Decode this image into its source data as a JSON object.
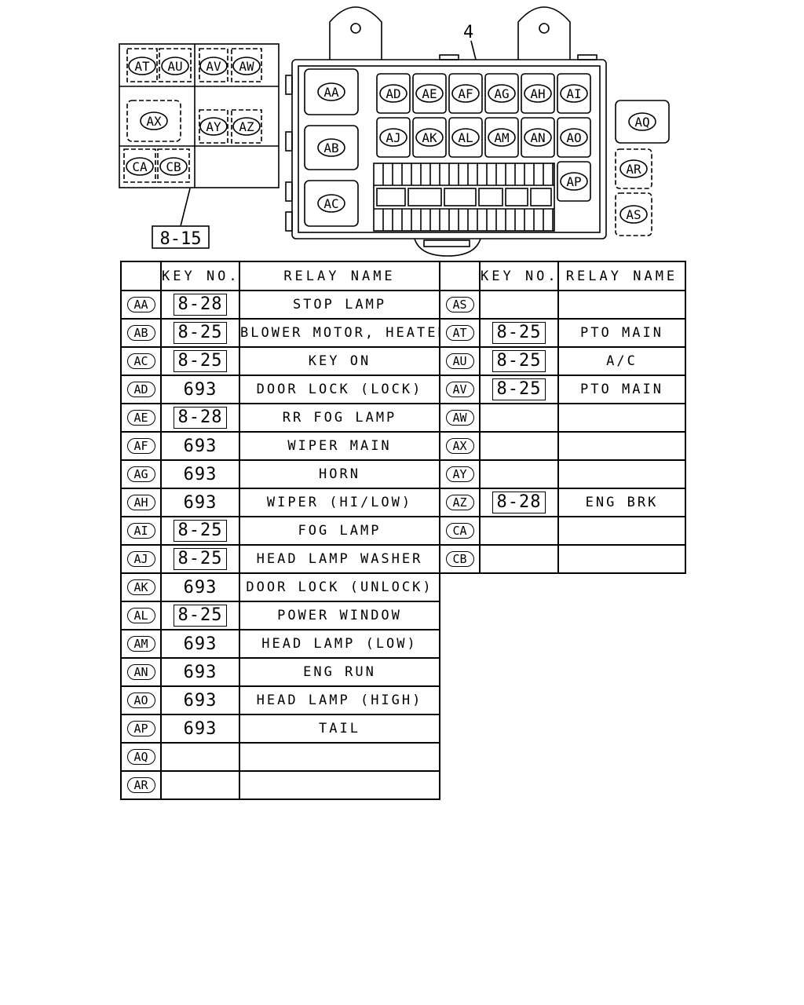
{
  "diagram": {
    "callout_number": "4",
    "callout_ref": "8-15",
    "sub_block_relays": [
      "AT",
      "AU",
      "AV",
      "AW",
      "AX",
      "AY",
      "AZ",
      "CA",
      "CB"
    ],
    "main_block_large_relays": [
      "AA",
      "AB",
      "AC"
    ],
    "main_block_row1": [
      "AD",
      "AE",
      "AF",
      "AG",
      "AH",
      "AI"
    ],
    "main_block_row2": [
      "AJ",
      "AK",
      "AL",
      "AM",
      "AN",
      "AO"
    ],
    "main_block_side": [
      "AP"
    ],
    "external_relays": [
      "AQ",
      "AR",
      "AS"
    ]
  },
  "table": {
    "headers": {
      "blank": "",
      "key": "KEY NO.",
      "relay": "RELAY NAME"
    },
    "left_rows": [
      {
        "id": "AA",
        "key": "8-28",
        "boxed": true,
        "name": "STOP LAMP"
      },
      {
        "id": "AB",
        "key": "8-25",
        "boxed": true,
        "name": "BLOWER MOTOR, HEATER"
      },
      {
        "id": "AC",
        "key": "8-25",
        "boxed": true,
        "name": "KEY ON"
      },
      {
        "id": "AD",
        "key": "693",
        "boxed": false,
        "name": "DOOR LOCK (LOCK)"
      },
      {
        "id": "AE",
        "key": "8-28",
        "boxed": true,
        "name": "RR FOG LAMP"
      },
      {
        "id": "AF",
        "key": "693",
        "boxed": false,
        "name": "WIPER MAIN"
      },
      {
        "id": "AG",
        "key": "693",
        "boxed": false,
        "name": "HORN"
      },
      {
        "id": "AH",
        "key": "693",
        "boxed": false,
        "name": "WIPER (HI/LOW)"
      },
      {
        "id": "AI",
        "key": "8-25",
        "boxed": true,
        "name": "FOG LAMP"
      },
      {
        "id": "AJ",
        "key": "8-25",
        "boxed": true,
        "name": "HEAD LAMP WASHER"
      },
      {
        "id": "AK",
        "key": "693",
        "boxed": false,
        "name": "DOOR LOCK (UNLOCK)"
      },
      {
        "id": "AL",
        "key": "8-25",
        "boxed": true,
        "name": "POWER WINDOW"
      },
      {
        "id": "AM",
        "key": "693",
        "boxed": false,
        "name": "HEAD LAMP (LOW)"
      },
      {
        "id": "AN",
        "key": "693",
        "boxed": false,
        "name": "ENG RUN"
      },
      {
        "id": "AO",
        "key": "693",
        "boxed": false,
        "name": "HEAD LAMP (HIGH)"
      },
      {
        "id": "AP",
        "key": "693",
        "boxed": false,
        "name": "TAIL"
      },
      {
        "id": "AQ",
        "key": "",
        "boxed": false,
        "name": ""
      },
      {
        "id": "AR",
        "key": "",
        "boxed": false,
        "name": ""
      }
    ],
    "right_rows": [
      {
        "id": "AS",
        "key": "",
        "boxed": false,
        "name": ""
      },
      {
        "id": "AT",
        "key": "8-25",
        "boxed": true,
        "name": "PTO MAIN"
      },
      {
        "id": "AU",
        "key": "8-25",
        "boxed": true,
        "name": "A/C"
      },
      {
        "id": "AV",
        "key": "8-25",
        "boxed": true,
        "name": "PTO MAIN"
      },
      {
        "id": "AW",
        "key": "",
        "boxed": false,
        "name": ""
      },
      {
        "id": "AX",
        "key": "",
        "boxed": false,
        "name": ""
      },
      {
        "id": "AY",
        "key": "",
        "boxed": false,
        "name": ""
      },
      {
        "id": "AZ",
        "key": "8-28",
        "boxed": true,
        "name": "ENG BRK"
      },
      {
        "id": "CA",
        "key": "",
        "boxed": false,
        "name": ""
      },
      {
        "id": "CB",
        "key": "",
        "boxed": false,
        "name": ""
      }
    ]
  }
}
